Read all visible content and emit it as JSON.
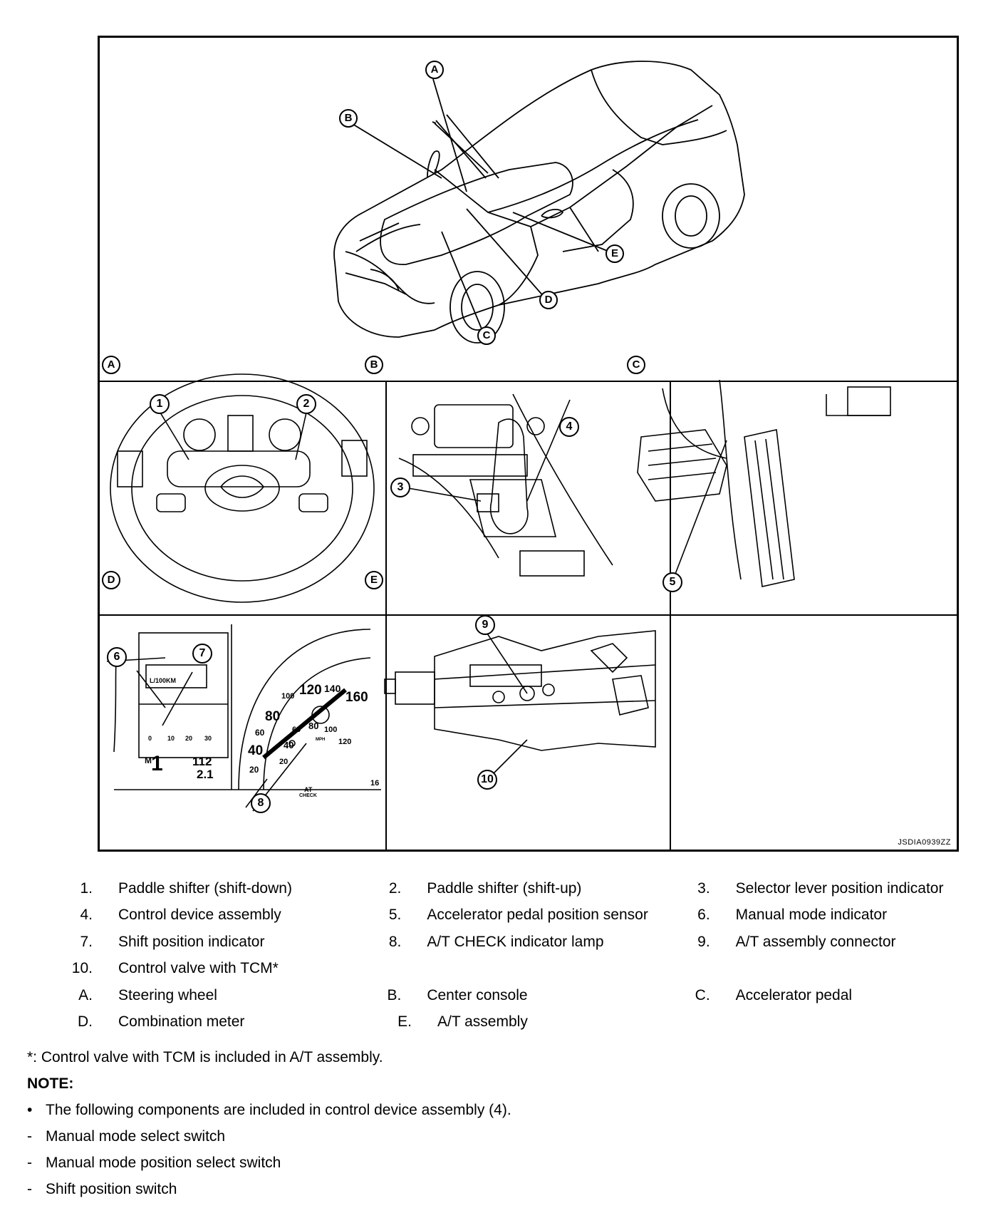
{
  "figure": {
    "id_code": "JSDIA0939ZZ",
    "main_callouts": [
      "A",
      "B",
      "C",
      "D",
      "E"
    ],
    "panels": [
      {
        "letter": "A",
        "callouts": [
          "1",
          "2"
        ]
      },
      {
        "letter": "B",
        "callouts": [
          "3",
          "4"
        ]
      },
      {
        "letter": "C",
        "callouts": [
          "5"
        ]
      },
      {
        "letter": "D",
        "callouts": [
          "6",
          "7",
          "8"
        ]
      },
      {
        "letter": "E",
        "callouts": [
          "9",
          "10"
        ]
      }
    ],
    "meter_text": {
      "l100km": "L/100KM",
      "scale": [
        "0",
        "10",
        "20",
        "30"
      ],
      "gear_mode": "M",
      "gear": "1",
      "odo": "112",
      "trip": "2.1",
      "speed_top": [
        "100",
        "120",
        "140",
        "160"
      ],
      "speed_left": [
        "80",
        "60",
        "40",
        "20"
      ],
      "inner": [
        "60",
        "80",
        "100",
        "120",
        "40",
        "20"
      ],
      "mph": "MPH",
      "at": "AT",
      "check": "CHECK",
      "side": "16"
    }
  },
  "legend": [
    [
      {
        "num": "1.",
        "text": "Paddle shifter (shift-down)"
      },
      {
        "num": "2.",
        "text": "Paddle shifter (shift-up)"
      },
      {
        "num": "3.",
        "text": "Selector lever position indicator"
      }
    ],
    [
      {
        "num": "4.",
        "text": "Control device assembly"
      },
      {
        "num": "5.",
        "text": "Accelerator pedal position sensor"
      },
      {
        "num": "6.",
        "text": "Manual mode indicator"
      }
    ],
    [
      {
        "num": "7.",
        "text": "Shift position indicator"
      },
      {
        "num": "8.",
        "text": "A/T CHECK indicator lamp"
      },
      {
        "num": "9.",
        "text": "A/T assembly connector"
      }
    ],
    [
      {
        "num": "10.",
        "text": "Control valve with TCM*"
      }
    ],
    [
      {
        "num": "A.",
        "text": "Steering wheel"
      },
      {
        "num": "B.",
        "text": "Center console"
      },
      {
        "num": "C.",
        "text": "Accelerator pedal"
      }
    ],
    [
      {
        "num": "D.",
        "text": "Combination meter"
      },
      {
        "num": "E.",
        "text": "A/T assembly"
      }
    ]
  ],
  "footnote": "*: Control valve with TCM is included in A/T assembly.",
  "note_heading": "NOTE:",
  "note_bullet": "•",
  "note_dash": "-",
  "note_intro": "The following components are included in control device assembly (4).",
  "note_items": [
    "Manual mode select switch",
    "Manual mode position select switch",
    "Shift position switch"
  ]
}
